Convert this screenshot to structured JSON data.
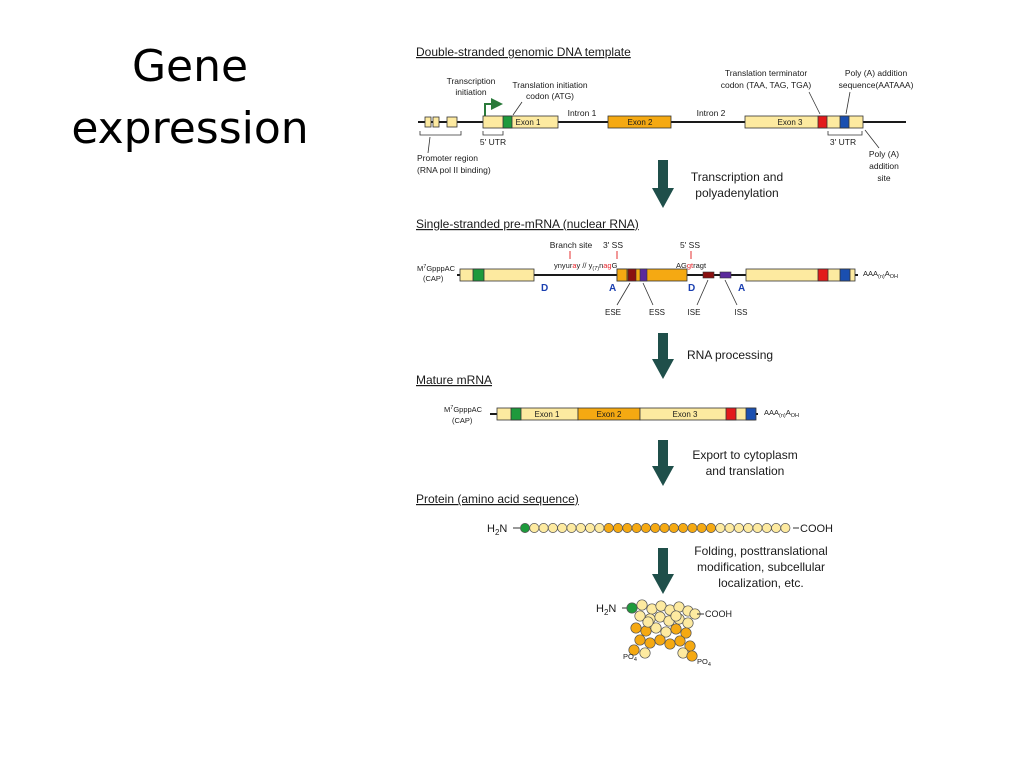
{
  "slide": {
    "title_line1": "Gene",
    "title_line2": "expression"
  },
  "colors": {
    "exon_light": "#fdeaa0",
    "exon_dark": "#f5a912",
    "green": "#1e9a3c",
    "red": "#e21a1a",
    "blue": "#1a4fb0",
    "arrow": "#1f4f4a",
    "purple": "#5a2a9c",
    "darkred": "#8a1010",
    "sub": "#e8242b"
  },
  "sections": {
    "dna": "Double-stranded genomic DNA template",
    "premrna": "Single-stranded pre-mRNA (nuclear RNA)",
    "mature": "Mature mRNA",
    "protein": "Protein (amino acid sequence)"
  },
  "dna": {
    "transcription_initiation_1": "Transcription",
    "transcription_initiation_2": "initiation",
    "translation_init_1": "Translation initiation",
    "translation_init_2": "codon (ATG)",
    "terminator_1": "Translation terminator",
    "terminator_2": "codon (TAA, TAG, TGA)",
    "polya_seq_1": "Poly (A) addition",
    "polya_seq_2": "sequence(AATAAA)",
    "exon1": "Exon 1",
    "exon2": "Exon 2",
    "exon3": "Exon 3",
    "intron1": "Intron 1",
    "intron2": "Intron 2",
    "utr5": "5' UTR",
    "utr3": "3' UTR",
    "promoter_1": "Promoter region",
    "promoter_2": "(RNA pol II binding)",
    "polya_site_1": "Poly (A)",
    "polya_site_2": "addition",
    "polya_site_3": "site"
  },
  "steps": {
    "s1_1": "Transcription and",
    "s1_2": "polyadenylation",
    "s2_1": "RNA processing",
    "s3_1": "Export to cytoplasm",
    "s3_2": "and translation",
    "s4_1": "Folding, posttranslational",
    "s4_2": "modification, subcellular",
    "s4_3": "localization, etc."
  },
  "premrna": {
    "cap_m": "M",
    "cap_7": "7",
    "cap_rest": "GpppAC",
    "cap_label": "(CAP)",
    "branch_site": "Branch site",
    "ss3": "3' SS",
    "ss5": "5' SS",
    "branch_seq_a": "ynyur",
    "branch_seq_b": "a",
    "branch_seq_c": "y // y",
    "branch_sub": "(7)",
    "branch_seq_d": "n",
    "branch_seq_e": "ag",
    "branch_seq_f": "G",
    "ss5_seq_a": "AG",
    "ss5_seq_b": "gt",
    "ss5_seq_c": "ragt",
    "d1": "D",
    "a1": "A",
    "d2": "D",
    "a2": "A",
    "ese": "ESE",
    "ess": "ESS",
    "ise": "ISE",
    "iss": "ISS",
    "tail_a": "AAA",
    "tail_n": "(n)",
    "tail_b": "A",
    "tail_oh": "OH"
  },
  "mature": {
    "cap_m": "M",
    "cap_7": "7",
    "cap_rest": "GpppAC",
    "cap_label": "(CAP)",
    "exon1": "Exon 1",
    "exon2": "Exon 2",
    "exon3": "Exon 3",
    "tail_a": "AAA",
    "tail_n": "(n)",
    "tail_b": "A",
    "tail_oh": "OH"
  },
  "protein": {
    "h2n_h": "H",
    "h2n_2": "2",
    "h2n_n": "N",
    "cooh": "COOH"
  },
  "folded": {
    "h2n_h": "H",
    "h2n_2": "2",
    "h2n_n": "N",
    "cooh": "COOH",
    "po4_a": "PO",
    "po4_b": "4"
  }
}
